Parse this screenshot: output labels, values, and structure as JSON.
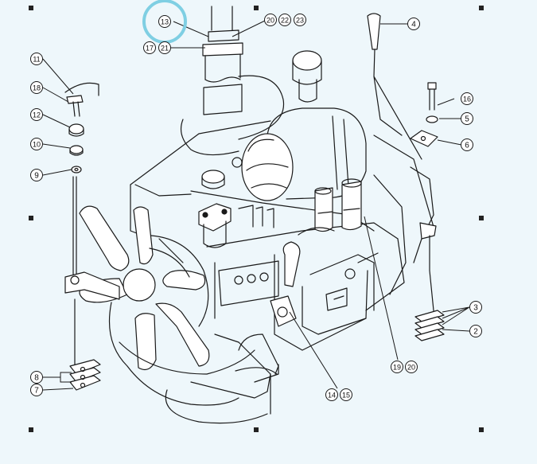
{
  "diagram": {
    "callouts": [
      {
        "id": "c13",
        "labels": [
          "13"
        ]
      },
      {
        "id": "c20",
        "labels": [
          "20",
          "22",
          "23"
        ]
      },
      {
        "id": "c17",
        "labels": [
          "17",
          "21"
        ]
      },
      {
        "id": "c4",
        "labels": [
          "4"
        ]
      },
      {
        "id": "c11",
        "labels": [
          "11"
        ]
      },
      {
        "id": "c18",
        "labels": [
          "18"
        ]
      },
      {
        "id": "c12",
        "labels": [
          "12"
        ]
      },
      {
        "id": "c10",
        "labels": [
          "10"
        ]
      },
      {
        "id": "c9",
        "labels": [
          "9"
        ]
      },
      {
        "id": "c16",
        "labels": [
          "16"
        ]
      },
      {
        "id": "c5",
        "labels": [
          "5"
        ]
      },
      {
        "id": "c6",
        "labels": [
          "6"
        ]
      },
      {
        "id": "c3",
        "labels": [
          "3"
        ]
      },
      {
        "id": "c2",
        "labels": [
          "2"
        ]
      },
      {
        "id": "c19",
        "labels": [
          "19",
          "20"
        ]
      },
      {
        "id": "c14",
        "labels": [
          "14",
          "15"
        ]
      },
      {
        "id": "c8",
        "labels": [
          "8"
        ]
      },
      {
        "id": "c7",
        "labels": [
          "7"
        ]
      }
    ],
    "highlight": {
      "callout": "13",
      "color": "#7fcfe3"
    },
    "colors": {
      "background": "#eef7fb",
      "line": "#1a1a1a",
      "handle": "#222222"
    }
  }
}
